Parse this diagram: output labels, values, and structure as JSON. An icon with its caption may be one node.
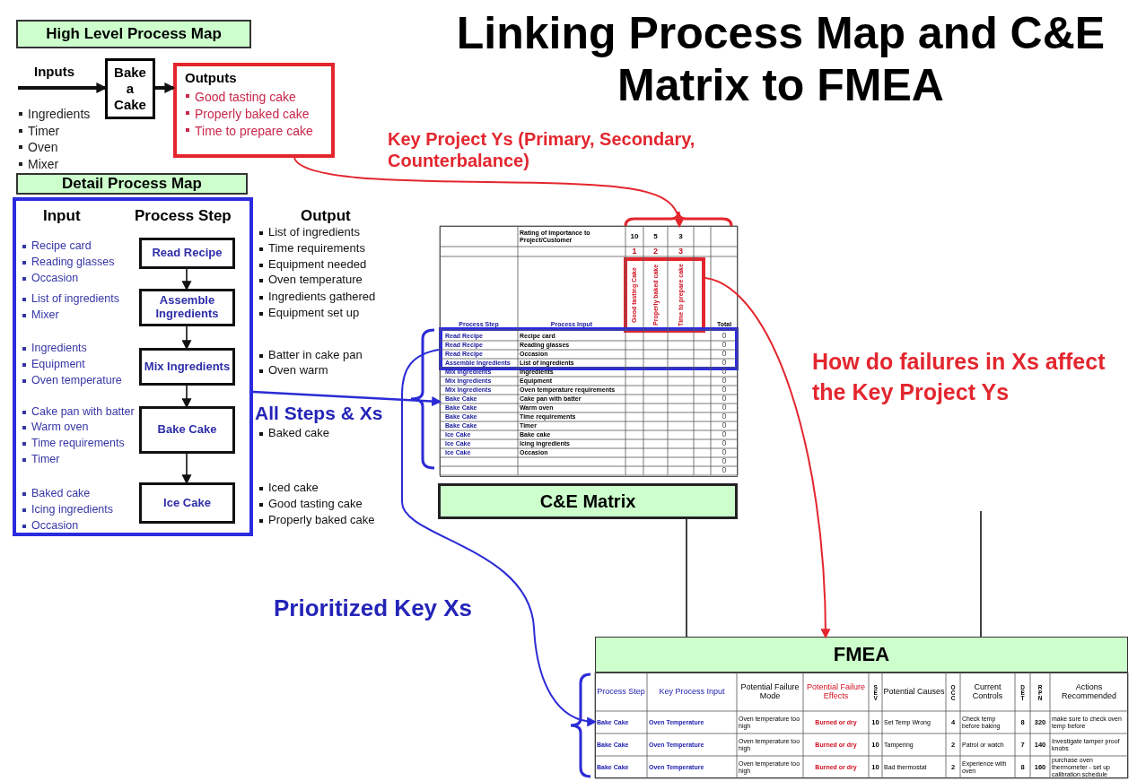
{
  "diagram": {
    "title": "Linking Process Map and C&E Matrix to FMEA",
    "nodes": [
      {
        "text": [
          "High Level Process Map"
        ]
      },
      {
        "text": [
          "Bake a Cake"
        ]
      },
      {
        "text": [
          "Outputs",
          "Good tasting cake",
          "Properly baked cake",
          "Time to prepare cake"
        ]
      },
      {
        "text": [
          "Detail Process Map"
        ]
      },
      {
        "text": [],
        "shape": "box"
      },
      {
        "text": [
          "Read Recipe"
        ],
        "in": 4
      },
      {
        "text": [
          "Assemble Ingredients"
        ],
        "in": 4
      },
      {
        "text": [
          "Mix Ingredients"
        ],
        "in": 4
      },
      {
        "text": [
          "Bake Cake"
        ],
        "in": 4
      },
      {
        "text": [
          "Ice Cake"
        ],
        "in": 4
      },
      {
        "text": [],
        "shape": "box"
      },
      {
        "text": [],
        "shape": "box",
        "in": 10
      },
      {
        "text": [],
        "shape": "box",
        "in": 10
      },
      {
        "text": [
          "C&E Matrix"
        ]
      },
      {
        "text": [
          "FMEA"
        ]
      },
      {
        "text": [],
        "shape": "box"
      }
    ],
    "edges": [
      {
        "from": null,
        "to": 1,
        "arrow": "to",
        "label": "Inputs",
        "style": "thick"
      },
      {
        "from": 1,
        "to": 2,
        "arrow": "to",
        "style": "thick"
      },
      {
        "from": 5,
        "to": 6,
        "arrow": "to"
      },
      {
        "from": 6,
        "to": 7,
        "arrow": "to"
      },
      {
        "from": 7,
        "to": 8,
        "arrow": "to"
      },
      {
        "from": 8,
        "to": 9,
        "arrow": "to"
      },
      {
        "from": 4,
        "to": 10,
        "arrow": "to",
        "label": "All Steps & Xs",
        "color": "#2b2bd6"
      },
      {
        "from": 2,
        "to": 10,
        "arrow": "to",
        "label": "Key Project Ys (Primary, Secondary, Counterbalance)",
        "color": "#e3262e"
      },
      {
        "from": 11,
        "to": 14,
        "arrow": "to",
        "label": "How do failures in Xs affect the Key Project Ys",
        "color": "#e3262e"
      },
      {
        "from": 12,
        "to": 15,
        "arrow": "to",
        "label": "Prioritized Key Xs",
        "color": "#2b2bd6"
      },
      {
        "from": 13,
        "to": 14,
        "arrow": "none"
      },
      {
        "from": null,
        "to": 14,
        "arrow": "none"
      }
    ],
    "labels": [
      "Ingredients",
      "Timer",
      "Oven",
      "Mixer",
      "Input",
      "Process Step",
      "Output",
      "Recipe card",
      "Reading glasses",
      "Occasion",
      "List of ingredients",
      "Mixer",
      "Ingredients",
      "Equipment",
      "Oven temperature",
      "Cake pan with batter",
      "Warm oven",
      "Time requirements",
      "Timer",
      "Baked cake",
      "Icing ingredients",
      "Occasion",
      "List of ingredients",
      "Time requirements",
      "Equipment needed",
      "Oven temperature",
      "Ingredients gathered",
      "Equipment set up",
      "Batter in cake pan",
      "Oven warm",
      "Baked cake",
      "Iced cake",
      "Good tasting cake",
      "Properly baked cake",
      "Rating of Importance to Project/Customer",
      "10",
      "5",
      "3",
      "1",
      "2",
      "3",
      "Process Step",
      "Process Input",
      "Good tasting Cake",
      "Properly baked cake",
      "Time to prepare cake",
      "Total",
      "Read Recipe",
      "Recipe card",
      "0",
      "Read Recipe",
      "Reading glasses",
      "0",
      "Read Recipe",
      "Occasion",
      "0",
      "Assemble Ingredients",
      "List of ingredients",
      "0",
      "Mix Ingredients",
      "Ingredients",
      "0",
      "Mix Ingredients",
      "Equipment",
      "0",
      "Mix Ingredients",
      "Oven temperature requirements",
      "0",
      "Bake Cake",
      "Cake pan with batter",
      "0",
      "Bake Cake",
      "Warm oven",
      "0",
      "Bake Cake",
      "Time requirements",
      "0",
      "Bake Cake",
      "Timer",
      "0",
      "Ice Cake",
      "Bake cake",
      "0",
      "Ice Cake",
      "Icing ingredients",
      "0",
      "Ice Cake",
      "Occasion",
      "0",
      "0",
      "0",
      "Process Step",
      "Key Process Input",
      "Potential Failure Mode",
      "Potential Failure Effects",
      "SEV",
      "Potential Causes",
      "OCC",
      "Current Controls",
      "DET",
      "RPN",
      "Actions Recommended",
      "Bake Cake",
      "Oven Temperature",
      "Oven temperature too high",
      "Burned or dry",
      "10",
      "Set Temp Wrong",
      "4",
      "Check temp before baking",
      "8",
      "320",
      "make sure to check oven temp before",
      "Bake Cake",
      "Oven Temperature",
      "Oven temperature too high",
      "Burned or dry",
      "10",
      "Tampering",
      "2",
      "Patrol or watch",
      "7",
      "140",
      "Investigate tamper proof knobs",
      "Bake Cake",
      "Oven Temperature",
      "Oven temperature too high",
      "Burned or dry",
      "10",
      "Bad thermostat",
      "2",
      "Experience with oven",
      "8",
      "160",
      "purchase oven thermometer - set up calibration schedule"
    ]
  }
}
